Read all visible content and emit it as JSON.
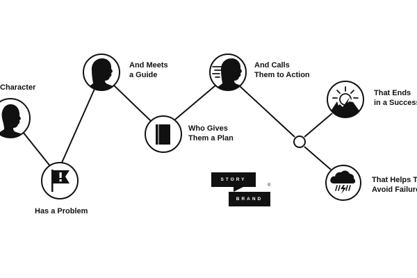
{
  "steps": [
    {
      "id": "character",
      "label": "Character"
    },
    {
      "id": "problem",
      "label": "Has a Problem"
    },
    {
      "id": "guide",
      "label": "And Meets a Guide",
      "line1": "And Meets",
      "line2": "a Guide"
    },
    {
      "id": "plan",
      "label": "Who Gives Them a Plan",
      "line1": "Who Gives",
      "line2": "Them a Plan"
    },
    {
      "id": "action",
      "label": "And Calls Them to Action",
      "line1": "And Calls",
      "line2": "Them to Action"
    },
    {
      "id": "success",
      "label": "That Ends in a Success",
      "line1": "That Ends",
      "line2": "in a Success"
    },
    {
      "id": "failure",
      "label": "That Helps Them Avoid Failure",
      "line1": "That Helps Th",
      "line2": "Avoid Failure"
    }
  ],
  "logo": {
    "top": "STORY",
    "bottom": "BRAND",
    "mark": "®"
  },
  "colors": {
    "ink": "#111111",
    "background": "#ffffff"
  }
}
